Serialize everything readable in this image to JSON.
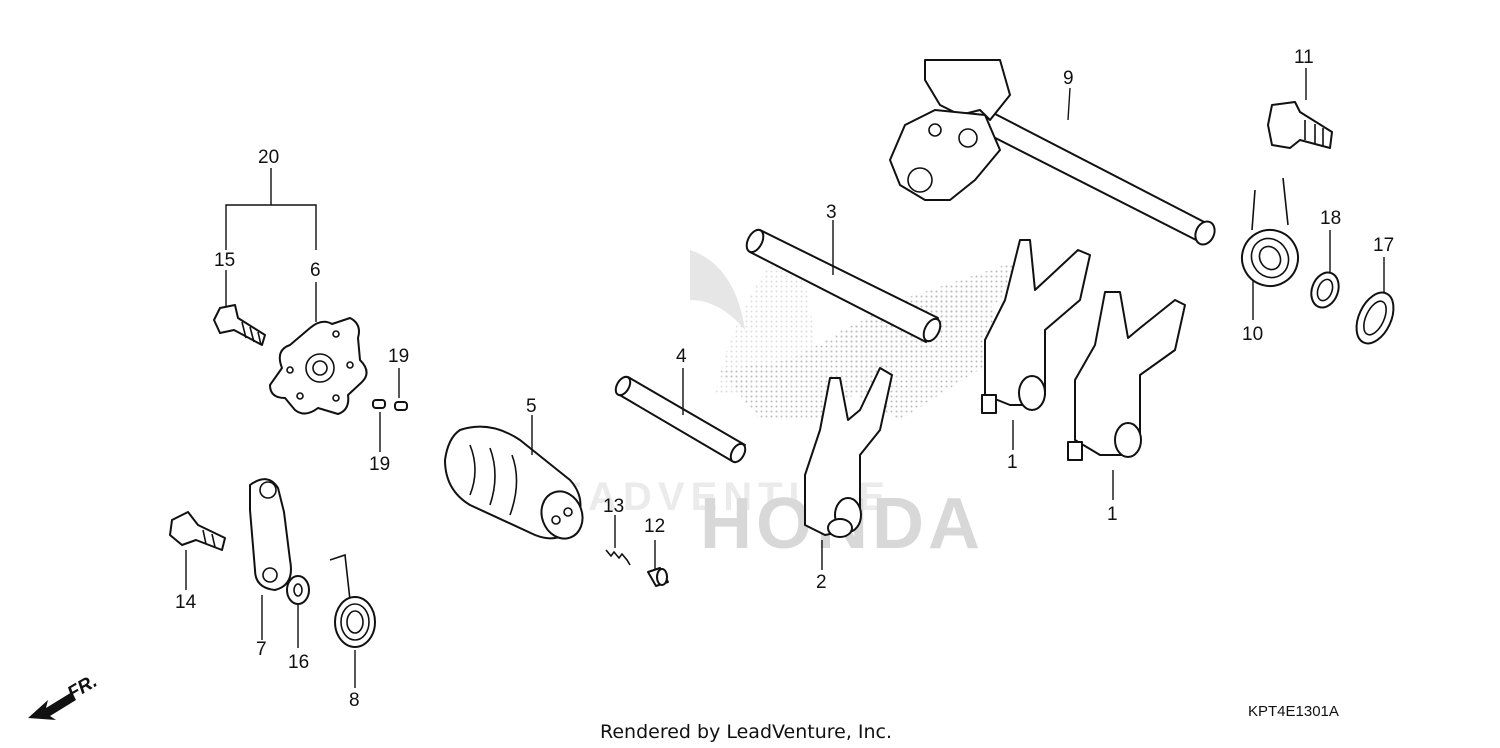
{
  "watermark": {
    "brand": "HONDA",
    "renderer": "LEADVENTURE"
  },
  "labels": {
    "p1a": "1",
    "p1b": "1",
    "p2": "2",
    "p3": "3",
    "p4": "4",
    "p5": "5",
    "p6": "6",
    "p7": "7",
    "p8": "8",
    "p9": "9",
    "p10": "10",
    "p11": "11",
    "p12": "12",
    "p13": "13",
    "p14": "14",
    "p15": "15",
    "p16": "16",
    "p17": "17",
    "p18": "18",
    "p19a": "19",
    "p19b": "19",
    "p20": "20"
  },
  "direction": {
    "text": "FR."
  },
  "footer": {
    "credit": "Rendered by LeadVenture, Inc.",
    "diagram_code": "KPT4E1301A"
  }
}
